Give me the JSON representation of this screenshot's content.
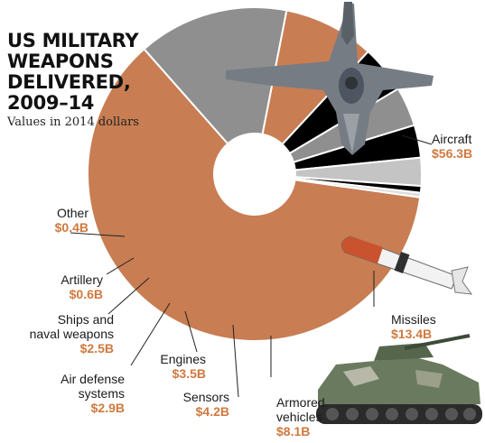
{
  "chart_data": {
    "type": "pie",
    "title": "US MILITARY WEAPONS DELIVERED, 2009–14",
    "subtitle": "Values in 2014 dollars",
    "units": "$B",
    "slices": [
      {
        "name": "Aircraft",
        "value": 56.3,
        "label": "$56.3B",
        "color": "#c87d53"
      },
      {
        "name": "Missiles",
        "value": 13.4,
        "label": "$13.4B",
        "color": "#8f8f8f"
      },
      {
        "name": "Armored vehicles",
        "value": 8.1,
        "label": "$8.1B",
        "color": "#c87d53"
      },
      {
        "name": "Sensors",
        "value": 4.2,
        "label": "$4.2B",
        "color": "#000000"
      },
      {
        "name": "Engines",
        "value": 3.5,
        "label": "$3.5B",
        "color": "#8f8f8f"
      },
      {
        "name": "Air defense systems",
        "value": 2.9,
        "label": "$2.9B",
        "color": "#000000"
      },
      {
        "name": "Ships and naval weapons",
        "value": 2.5,
        "label": "$2.5B",
        "color": "#c4c4c4"
      },
      {
        "name": "Artillery",
        "value": 0.6,
        "label": "$0.6B",
        "color": "#000000"
      },
      {
        "name": "Other",
        "value": 0.4,
        "label": "$0.4B",
        "color": "#dedede"
      }
    ]
  },
  "labels": {
    "aircraft": {
      "name": "Aircraft",
      "value": "$56.3B"
    },
    "missiles": {
      "name": "Missiles",
      "value": "$13.4B"
    },
    "armored": {
      "name_line1": "Armored",
      "name_line2": "vehicles",
      "value": "$8.1B"
    },
    "sensors": {
      "name": "Sensors",
      "value": "$4.2B"
    },
    "engines": {
      "name": "Engines",
      "value": "$3.5B"
    },
    "airdef": {
      "name_line1": "Air defense",
      "name_line2": "systems",
      "value": "$2.9B"
    },
    "ships": {
      "name_line1": "Ships and",
      "name_line2": "naval weapons",
      "value": "$2.5B"
    },
    "artillery": {
      "name": "Artillery",
      "value": "$0.6B"
    },
    "other": {
      "name": "Other",
      "value": "$0.4B"
    }
  },
  "icons": [
    "fighter-jet-icon",
    "missile-icon",
    "armored-vehicle-icon"
  ]
}
